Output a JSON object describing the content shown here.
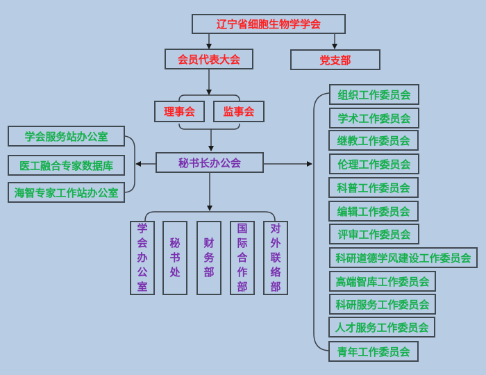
{
  "title": "辽宁省细胞生物学学会",
  "level1": {
    "congress": "会员代表大会",
    "party": "党支部"
  },
  "boards": {
    "council": "理事会",
    "supervisors": "监事会"
  },
  "secretariat": "秘书长办公会",
  "left_offices": [
    {
      "label": "学会服务站办公室"
    },
    {
      "label": "医工融合专家数据库"
    },
    {
      "label": "海智专家工作站办公室"
    }
  ],
  "departments": [
    {
      "label": "学会办公室",
      "chars": [
        "学",
        "会",
        "办",
        "公",
        "室"
      ]
    },
    {
      "label": "秘书处",
      "chars": [
        "秘",
        "书",
        "处"
      ]
    },
    {
      "label": "财务部",
      "chars": [
        "财",
        "务",
        "部"
      ]
    },
    {
      "label": "国际合作部",
      "chars": [
        "国",
        "际",
        "合",
        "作",
        "部"
      ]
    },
    {
      "label": "对外联络部",
      "chars": [
        "对",
        "外",
        "联",
        "络",
        "部"
      ]
    }
  ],
  "committees": [
    {
      "label": "组织工作委员会"
    },
    {
      "label": "学术工作委员会"
    },
    {
      "label": "继教工作委员会"
    },
    {
      "label": "伦理工作委员会"
    },
    {
      "label": "科普工作委员会"
    },
    {
      "label": "编辑工作委员会"
    },
    {
      "label": "评审工作委员会"
    },
    {
      "label": "科研道德学风建设工作委员会"
    },
    {
      "label": "高端智库工作委员会"
    },
    {
      "label": "科研服务工作委员会"
    },
    {
      "label": "人才服务工作委员会"
    },
    {
      "label": "青年工作委员会"
    }
  ],
  "colors": {
    "background": "#b8cce4",
    "border": "#404850",
    "leadership_text": "#ff1f1f",
    "secretariat_text": "#7a2fae",
    "committee_text": "#13b04a"
  }
}
